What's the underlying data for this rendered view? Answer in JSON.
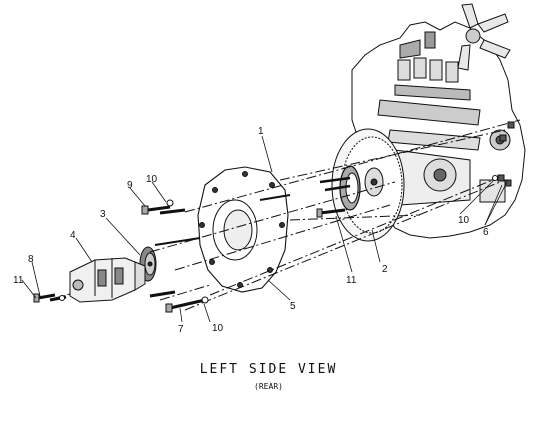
{
  "diagram": {
    "title": "LEFT SIDE VIEW",
    "subtitle": "(REAR)",
    "callouts": {
      "c1": "1",
      "c2": "2",
      "c3": "3",
      "c4": "4",
      "c5": "5",
      "c6": "6",
      "c7": "7",
      "c8": "8",
      "c9": "9",
      "c10a": "10",
      "c10b": "10",
      "c10c": "10",
      "c11a": "11",
      "c11b": "11"
    }
  }
}
